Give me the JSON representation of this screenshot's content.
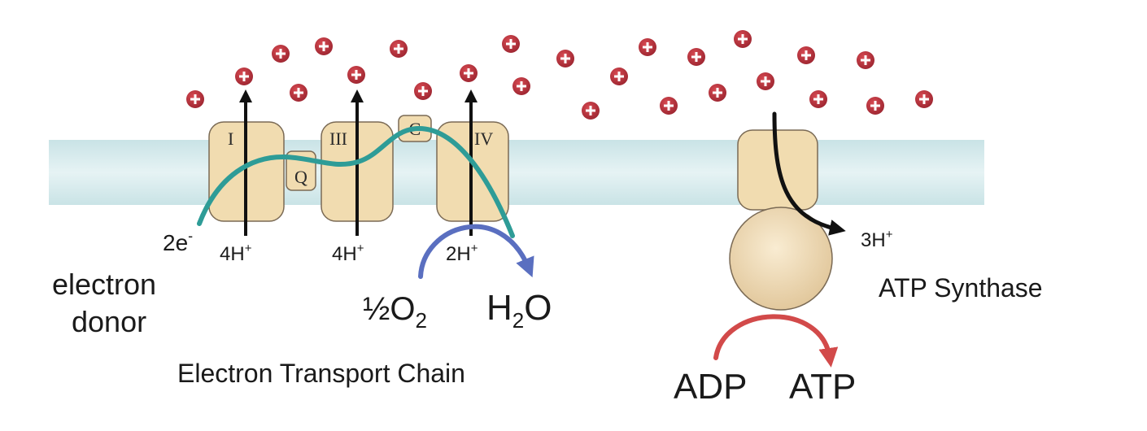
{
  "complexes": {
    "i": "I",
    "iii": "III",
    "iv": "IV",
    "q": "Q",
    "c": "C"
  },
  "labels": {
    "electrons": "2e",
    "electrons_sup": "-",
    "proton1": "4H",
    "proton2": "4H",
    "proton3": "2H",
    "proton_atp": "3H",
    "plus": "+",
    "donor_line1": "electron",
    "donor_line2": "donor",
    "half": "½",
    "o2": "O",
    "o2_sub": "2",
    "water_h": "H",
    "water_sub": "2",
    "water_o": "O",
    "etc_title": "Electron Transport Chain",
    "atp_synthase": "ATP Synthase",
    "adp": "ADP",
    "atp": "ATP"
  },
  "colors": {
    "membrane": "#d9ecee",
    "complex_fill": "#f1dcb0",
    "electron_path": "#2e9c97",
    "oxygen_arrow": "#5a6fc0",
    "atp_arrow": "#d24a4a",
    "proton": "#b5313b"
  }
}
